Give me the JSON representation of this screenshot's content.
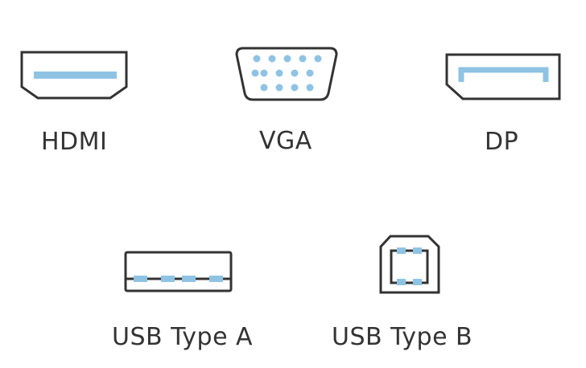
{
  "connectors": {
    "hdmi": {
      "label": "HDMI",
      "icon": "hdmi-port-icon"
    },
    "vga": {
      "label": "VGA",
      "icon": "vga-port-icon"
    },
    "dp": {
      "label": "DP",
      "icon": "displayport-icon"
    },
    "usb_a": {
      "label": "USB Type A",
      "icon": "usb-type-a-port-icon"
    },
    "usb_b": {
      "label": "USB Type B",
      "icon": "usb-type-b-port-icon"
    }
  },
  "colors": {
    "outline": "#333333",
    "accent": "#8fc3e4"
  }
}
